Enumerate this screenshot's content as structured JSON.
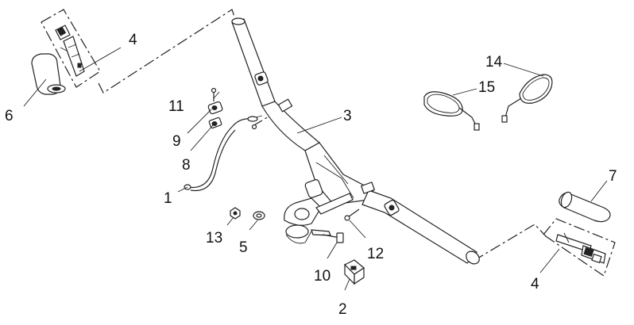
{
  "callouts": {
    "c1": "1",
    "c2": "2",
    "c3": "3",
    "c4_top": "4",
    "c4_bottom": "4",
    "c5": "5",
    "c6": "6",
    "c7": "7",
    "c8": "8",
    "c9": "9",
    "c10": "10",
    "c11": "11",
    "c12": "12",
    "c13": "13",
    "c14": "14",
    "c15": "15"
  }
}
